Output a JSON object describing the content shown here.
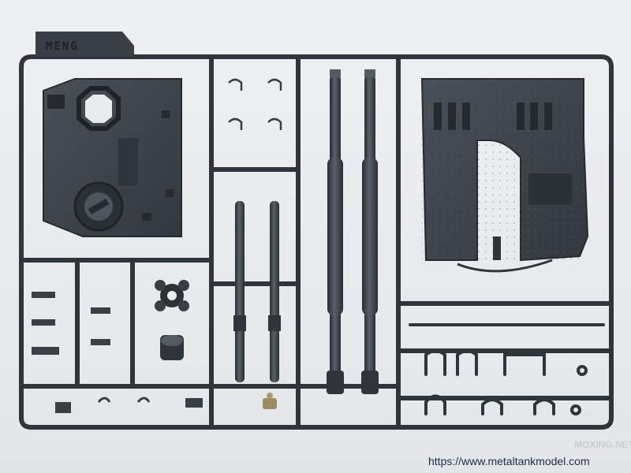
{
  "photo": {
    "subject": "plastic model kit sprue",
    "colors": {
      "background": "#e9ebed",
      "plastic": "#3a3f45",
      "plastic_dark": "#262a2f",
      "plastic_light": "#555b62",
      "brass": "#a08a5a"
    }
  },
  "sprue": {
    "logo_text": "MENG"
  },
  "watermark": {
    "brand": "MOXING.NET",
    "url": "https://www.metaltankmodel.com",
    "color": "#1e2a4a",
    "brand_color": "#c8ccd3"
  }
}
